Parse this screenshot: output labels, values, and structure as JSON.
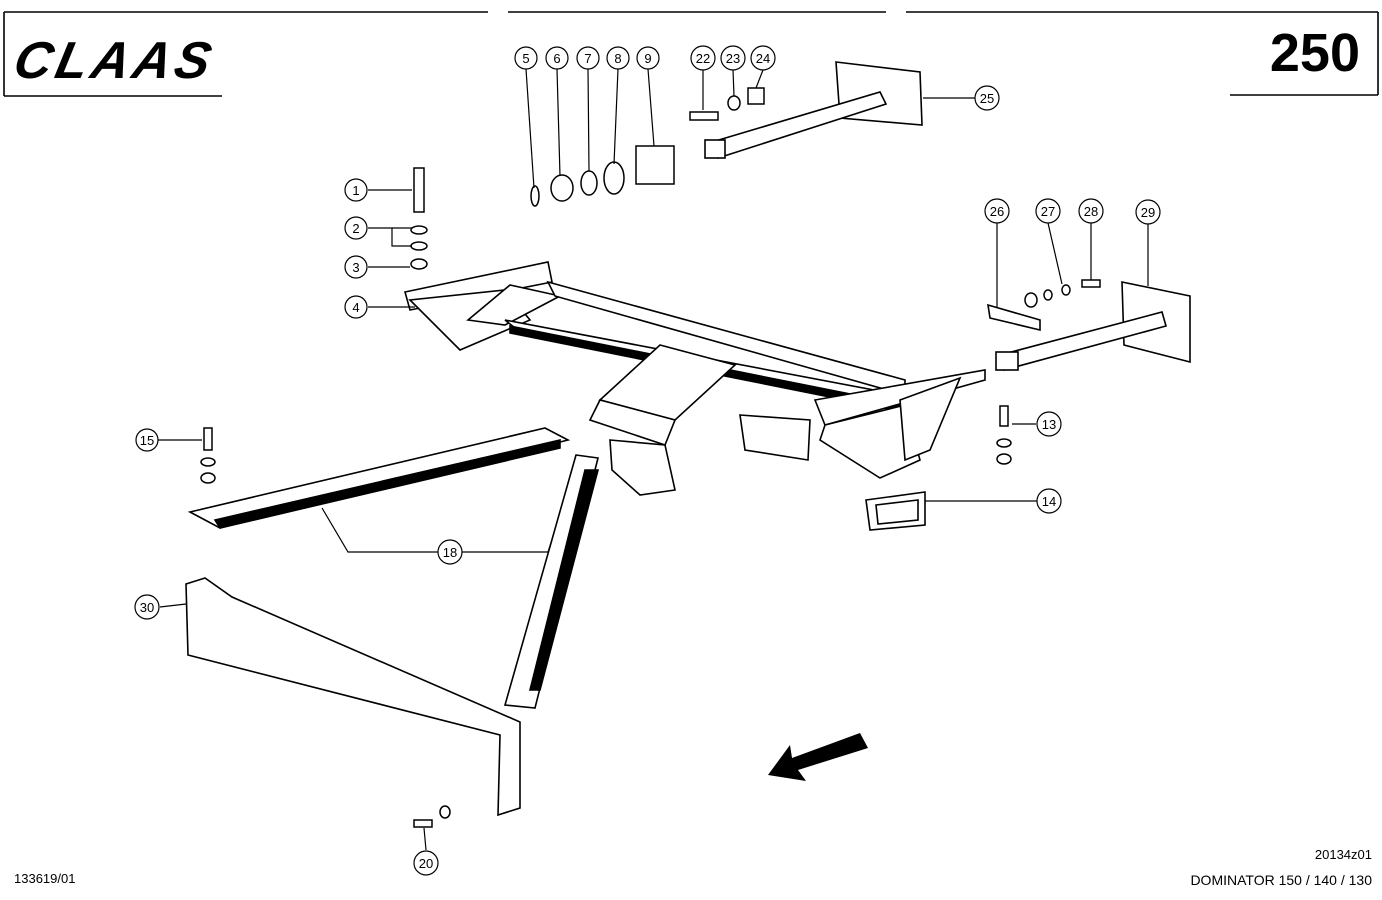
{
  "header": {
    "brand": "CLAAS",
    "page_number": "250"
  },
  "footer": {
    "drawing_code": "133619/01",
    "figure_code": "20134z01",
    "model": "DOMINATOR 150 / 140 / 130"
  },
  "callouts": [
    "1",
    "2",
    "3",
    "4",
    "5",
    "6",
    "7",
    "8",
    "9",
    "13",
    "14",
    "15",
    "18",
    "20",
    "22",
    "23",
    "24",
    "25",
    "26",
    "27",
    "28",
    "29",
    "30"
  ],
  "colors": {
    "ink": "#000000",
    "paper": "#ffffff"
  }
}
